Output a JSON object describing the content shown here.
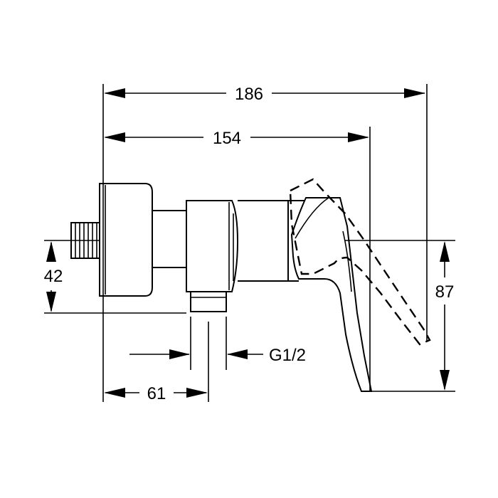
{
  "diagram": {
    "dimensions": {
      "overall_length": "186",
      "body_length": "154",
      "inlet_height": "42",
      "outlet_offset": "61",
      "outlet_thread": "G1/2",
      "total_height": "87"
    }
  }
}
